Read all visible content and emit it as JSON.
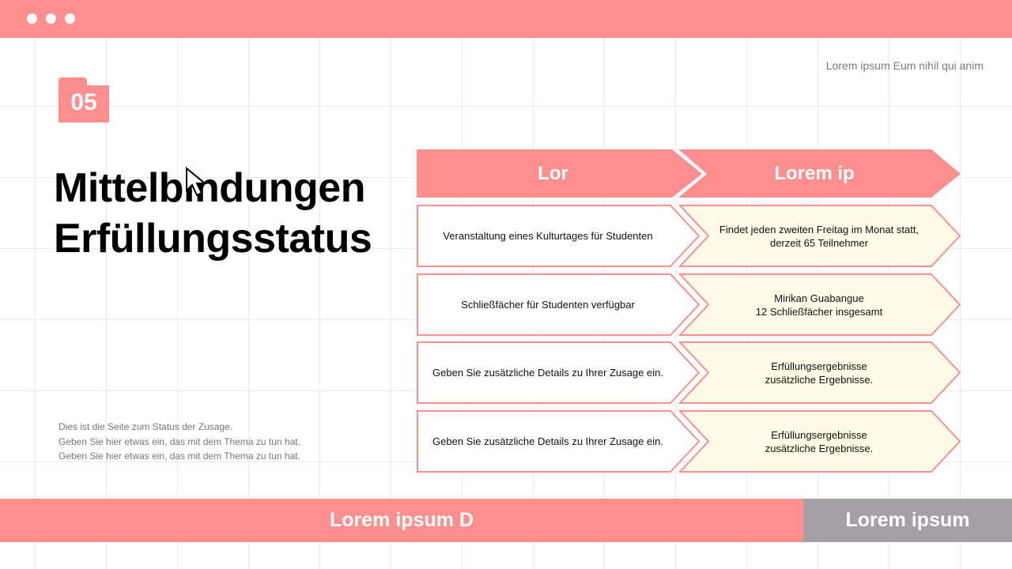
{
  "window": {
    "corner_text": "Lorem ipsum Eum nihil qui anim"
  },
  "section": {
    "number": "05",
    "title_line1": "Mittelbindungen",
    "title_line2": "Erfüllungsstatus"
  },
  "description": [
    "Dies ist die Seite zum Status der Zusage.",
    "Geben Sie hier etwas ein, das mit dem Thema zu tun hat.",
    "Geben Sie hier etwas ein, das mit dem Thema zu tun hat."
  ],
  "table": {
    "headers": [
      "Lor",
      "Lorem ip"
    ],
    "rows": [
      {
        "left": "Veranstaltung eines Kulturtages für Studenten",
        "right": "Findet jeden zweiten Freitag im Monat statt,\nderzeit 65 Teilnehmer"
      },
      {
        "left": "Schließfächer für Studenten verfügbar",
        "right": "Mirikan Guabangue\n12 Schließfächer insgesamt"
      },
      {
        "left": "Geben Sie zusätzliche Details zu Ihrer Zusage ein.",
        "right": "Erfüllungsergebnisse\nzusätzliche Ergebnisse."
      },
      {
        "left": "Geben Sie zusätzliche Details zu Ihrer Zusage ein.",
        "right": "Erfüllungsergebnisse\nzusätzliche Ergebnisse."
      }
    ]
  },
  "footer": {
    "left_label": "Lorem ipsum D",
    "right_label": "Lorem ipsum"
  },
  "colors": {
    "accent": "#ff8f8f",
    "cell_fill": "#fffbe6",
    "gray": "#a3a1a3"
  }
}
